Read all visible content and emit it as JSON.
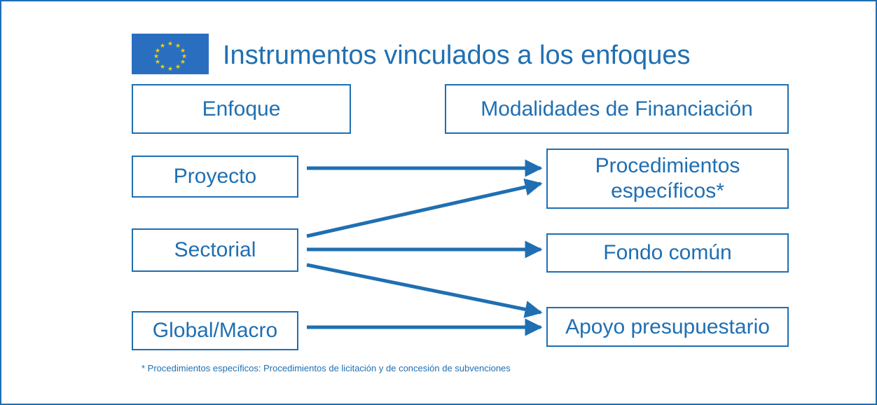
{
  "title": "Instrumentos vinculados a los enfoques",
  "headers": {
    "left": "Enfoque",
    "right": "Modalidades de Financiación"
  },
  "approaches": {
    "proyecto": "Proyecto",
    "sectorial": "Sectorial",
    "global": "Global/Macro"
  },
  "modalities": {
    "procedimientos_line1": "Procedimientos",
    "procedimientos_line2": "específicos*",
    "fondo": "Fondo común",
    "apoyo": "Apoyo presupuestario"
  },
  "footnote": "* Procedimientos específicos: Procedimientos de licitación y de concesión de subvenciones",
  "colors": {
    "primary": "#1f6fb2",
    "flag_blue": "#2a6fbf",
    "flag_star": "#f5d000"
  },
  "flag_icon": "eu-flag-icon",
  "links": [
    {
      "from": "Proyecto",
      "to": "Procedimientos específicos*"
    },
    {
      "from": "Sectorial",
      "to": "Procedimientos específicos*"
    },
    {
      "from": "Sectorial",
      "to": "Fondo común"
    },
    {
      "from": "Sectorial",
      "to": "Apoyo presupuestario"
    },
    {
      "from": "Global/Macro",
      "to": "Apoyo presupuestario"
    }
  ]
}
